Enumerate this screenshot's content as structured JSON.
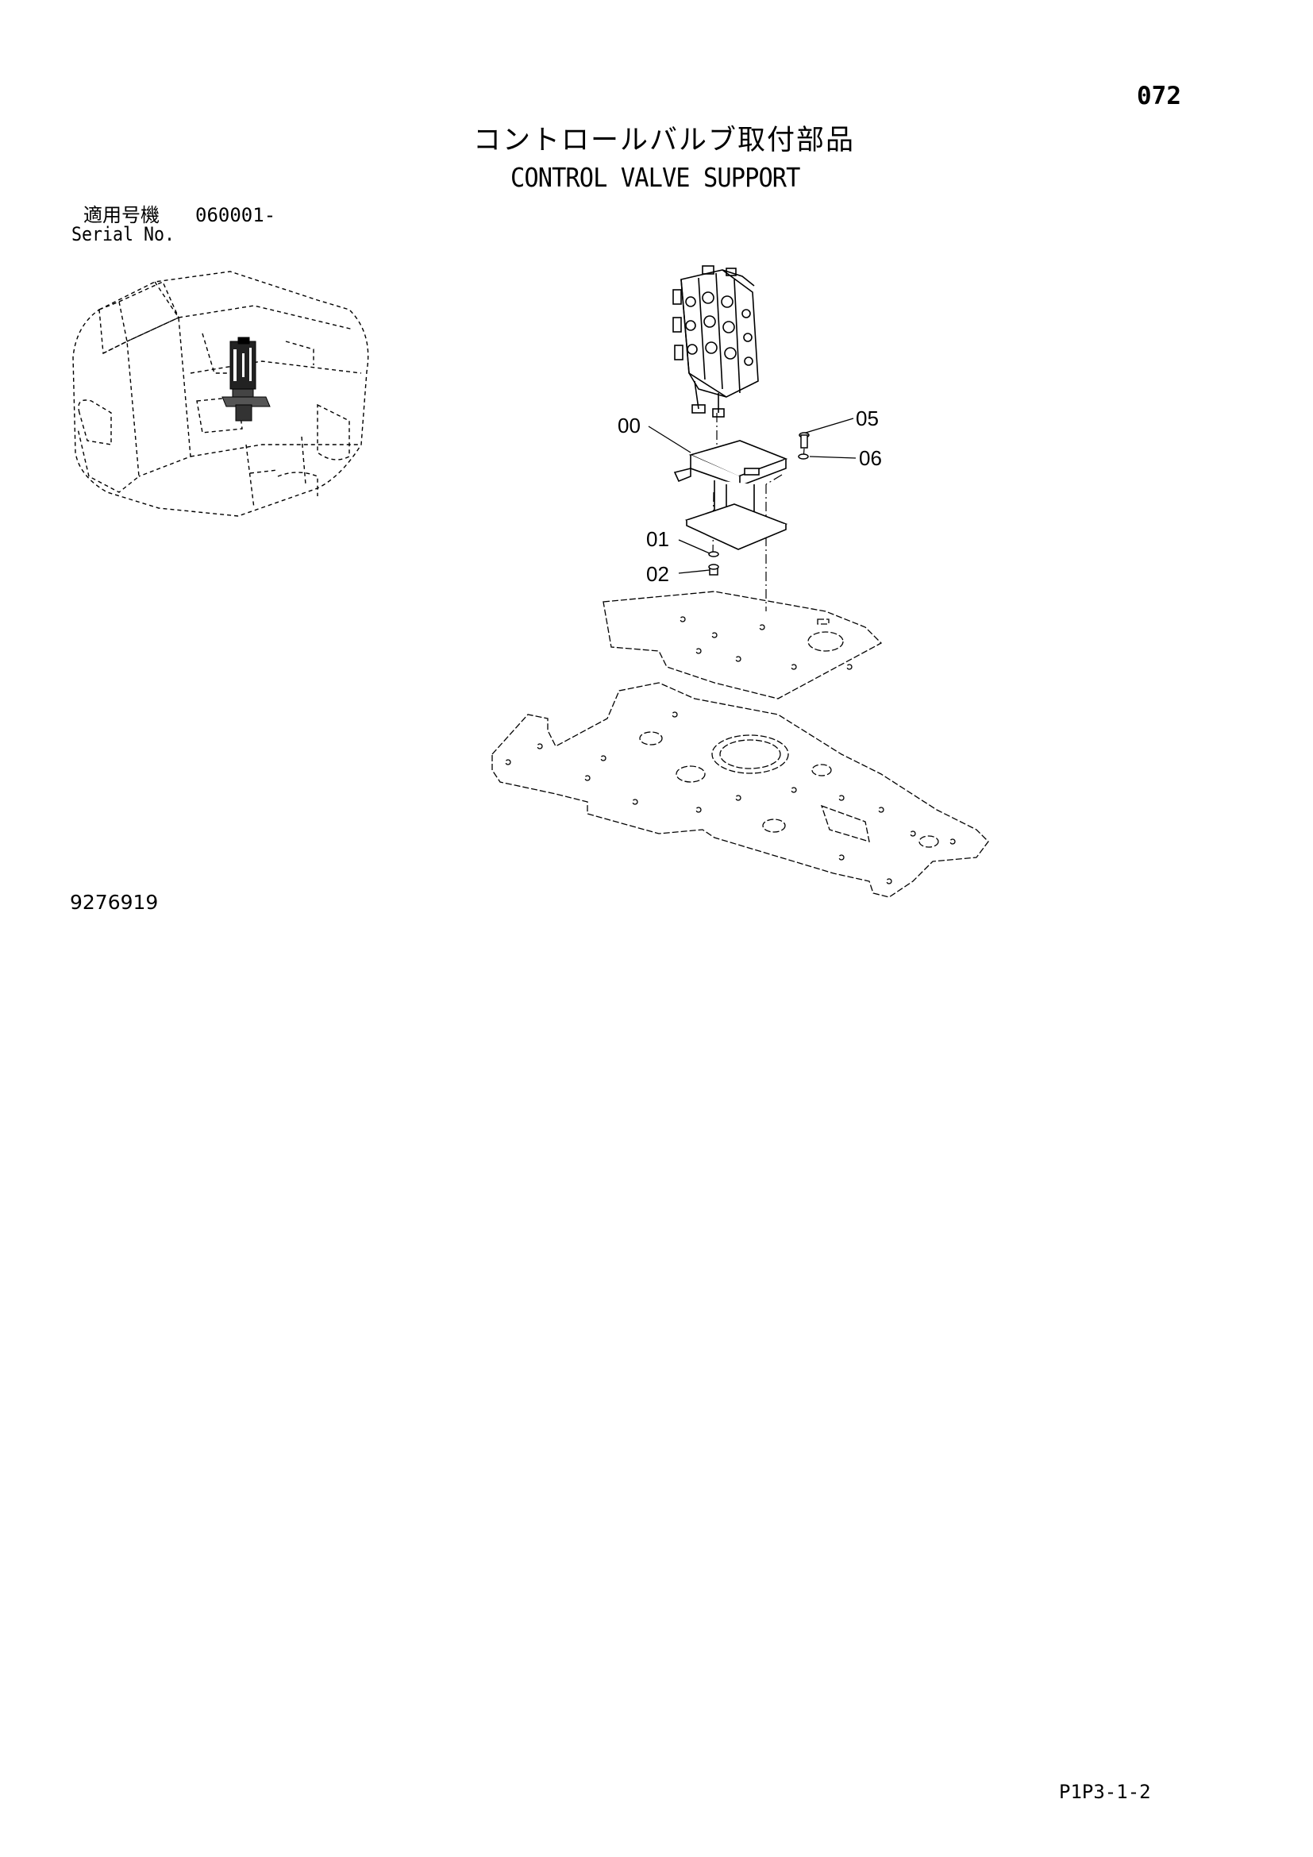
{
  "header": {
    "page_number": "072",
    "title_jp": "コントロールバルブ取付部品",
    "title_en": "CONTROL VALVE SUPPORT"
  },
  "serial": {
    "label_jp": "適用号機",
    "range": "060001-",
    "label_en": "Serial No."
  },
  "diagram": {
    "callouts": [
      "00",
      "05",
      "06",
      "01",
      "02"
    ]
  },
  "footer": {
    "drawing_number": "9276919",
    "page_code": "P1P3-1-2"
  }
}
